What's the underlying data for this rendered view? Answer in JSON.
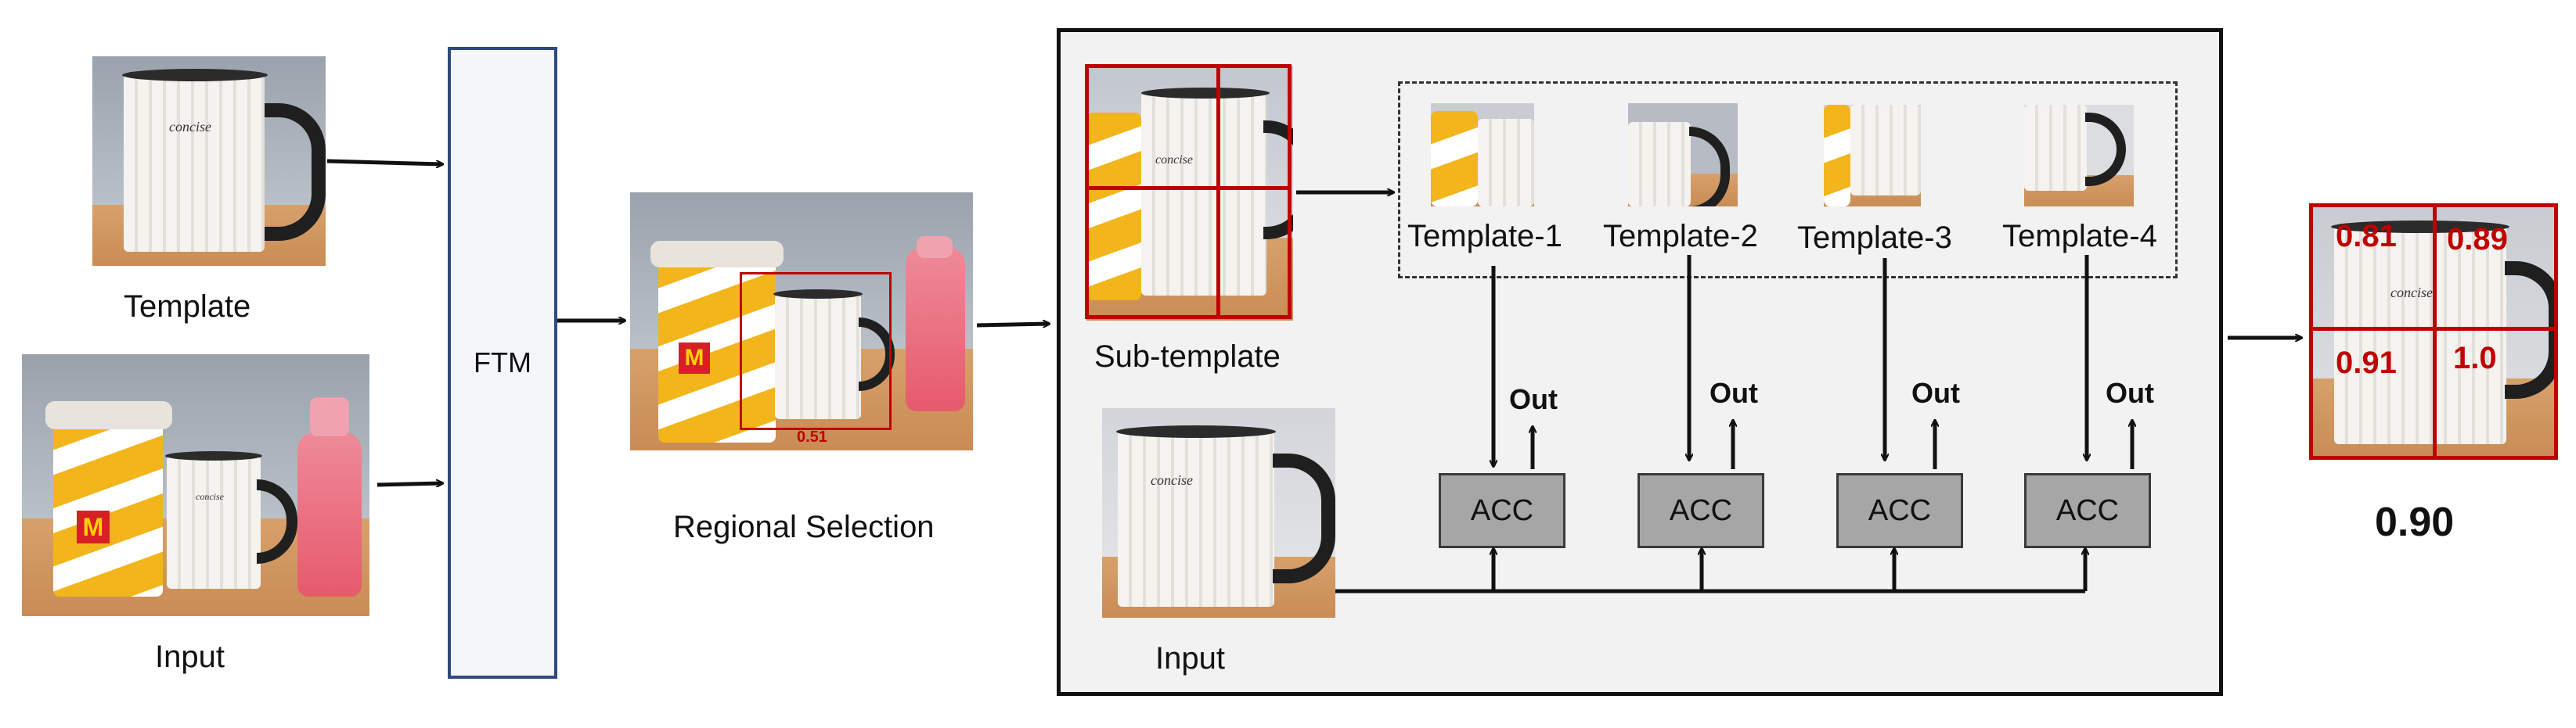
{
  "labels": {
    "template": "Template",
    "input_left": "Input",
    "ftm": "FTM",
    "regional_selection": "Regional Selection",
    "region_score": "0.51",
    "sub_template": "Sub-template",
    "input_inner": "Input",
    "templates": [
      "Template-1",
      "Template-2",
      "Template-3",
      "Template-4"
    ],
    "acc": "ACC",
    "out": "Out",
    "final_score": "0.90"
  },
  "mug_text": "concise",
  "grid_scores": [
    "0.81",
    "0.89",
    "0.91",
    "1.0"
  ],
  "colors": {
    "ftm_border": "#2e4a7d",
    "highlight_red": "#c00000",
    "acc_fill": "#a6a6a6",
    "panel_fill": "#f2f2f2"
  },
  "icons": [
    "mug-photo",
    "cup-photo",
    "bottle-photo",
    "arrow-right-icon",
    "arrow-up-icon"
  ]
}
